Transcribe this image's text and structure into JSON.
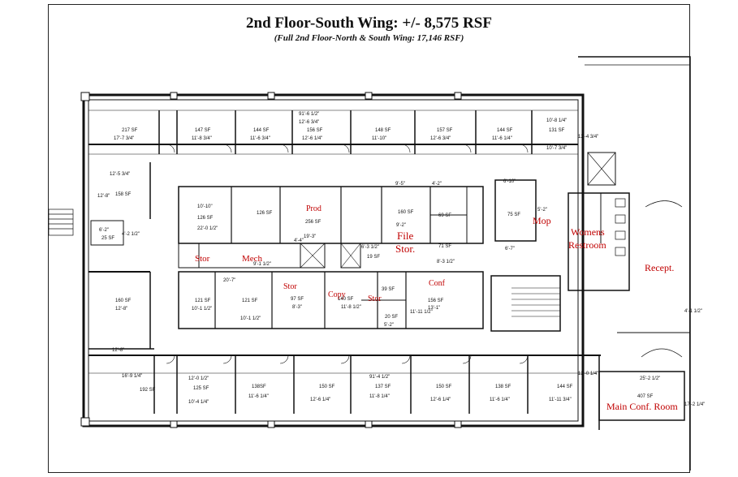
{
  "title": "2nd Floor-South Wing: +/- 8,575 RSF",
  "subtitle": "(Full 2nd Floor-North & South Wing: 17,146 RSF)",
  "red_labels": [
    {
      "id": "prod",
      "text": "Prod"
    },
    {
      "id": "stor1",
      "text": "Stor"
    },
    {
      "id": "mech",
      "text": "Mech"
    },
    {
      "id": "file",
      "text": "File"
    },
    {
      "id": "file2",
      "text": "Stor."
    },
    {
      "id": "mop",
      "text": "Mop"
    },
    {
      "id": "womens",
      "text": "Womens"
    },
    {
      "id": "restroom",
      "text": "Restroom"
    },
    {
      "id": "recept",
      "text": "Recept."
    },
    {
      "id": "stor2",
      "text": "Stor"
    },
    {
      "id": "copy",
      "text": "Copy"
    },
    {
      "id": "stor3",
      "text": "Stor"
    },
    {
      "id": "conf",
      "text": "Conf"
    },
    {
      "id": "mainconf",
      "text": "Main Conf. Room"
    }
  ],
  "room_labels": [
    {
      "id": "r217",
      "text": "217 SF"
    },
    {
      "id": "d217",
      "text": "17'-7 3/4\""
    },
    {
      "id": "r147",
      "text": "147 SF"
    },
    {
      "id": "d147",
      "text": "11'-8 3/4\""
    },
    {
      "id": "r144a",
      "text": "144 SF"
    },
    {
      "id": "d144a",
      "text": "11'-6 3/4\""
    },
    {
      "id": "top91",
      "text": "91'-6 1/2\""
    },
    {
      "id": "top12",
      "text": "12'-6 3/4\""
    },
    {
      "id": "r156",
      "text": "156 SF"
    },
    {
      "id": "d156",
      "text": "12'-6 1/4\""
    },
    {
      "id": "r148",
      "text": "148 SF"
    },
    {
      "id": "d148",
      "text": "11'-10\""
    },
    {
      "id": "r157",
      "text": "157 SF"
    },
    {
      "id": "d157",
      "text": "12'-6 3/4\""
    },
    {
      "id": "r144b",
      "text": "144 SF"
    },
    {
      "id": "d144b",
      "text": "11'-6 1/4\""
    },
    {
      "id": "d108",
      "text": "10'-8 1/4\""
    },
    {
      "id": "r131",
      "text": "131 SF"
    },
    {
      "id": "d107",
      "text": "10'-7 3/4\""
    },
    {
      "id": "v124",
      "text": "12'-4 3/4\""
    },
    {
      "id": "d125",
      "text": "12'-5 3/4\""
    },
    {
      "id": "r158",
      "text": "158 SF"
    },
    {
      "id": "v128",
      "text": "12'-8\""
    },
    {
      "id": "d62",
      "text": "6'-2\""
    },
    {
      "id": "r25",
      "text": "25 SF"
    },
    {
      "id": "v42",
      "text": "4'-2 1/2\""
    },
    {
      "id": "d1010",
      "text": "10'-10\""
    },
    {
      "id": "r126a",
      "text": "126 SF"
    },
    {
      "id": "d22",
      "text": "22'-0 1/2\""
    },
    {
      "id": "r126b",
      "text": "126 SF"
    },
    {
      "id": "r256",
      "text": "256 SF"
    },
    {
      "id": "d193",
      "text": "19'-3\""
    },
    {
      "id": "d44",
      "text": "4'-4\""
    },
    {
      "id": "d95",
      "text": "9'-5\""
    },
    {
      "id": "d42",
      "text": "4'-2\""
    },
    {
      "id": "r160a",
      "text": "160 SF"
    },
    {
      "id": "d92",
      "text": "9'-2\""
    },
    {
      "id": "r69",
      "text": "69 SF"
    },
    {
      "id": "r71",
      "text": "71 SF"
    },
    {
      "id": "d83",
      "text": "8'-3 1/2\""
    },
    {
      "id": "d610",
      "text": "6'-10\""
    },
    {
      "id": "r75",
      "text": "75 SF"
    },
    {
      "id": "d52",
      "text": "5'-2\""
    },
    {
      "id": "d67",
      "text": "6'-7\""
    },
    {
      "id": "d207",
      "text": "20'-7\""
    },
    {
      "id": "d91",
      "text": "9'-1 1/2\""
    },
    {
      "id": "r19",
      "text": "19 SF"
    },
    {
      "id": "d63",
      "text": "6'-3 1/2\""
    },
    {
      "id": "r160b",
      "text": "160 SF"
    },
    {
      "id": "d128b",
      "text": "12'-8\""
    },
    {
      "id": "r121a",
      "text": "121 SF"
    },
    {
      "id": "d101",
      "text": "10'-1 1/2\""
    },
    {
      "id": "r121b",
      "text": "121 SF"
    },
    {
      "id": "d101b",
      "text": "10'-1 1/2\""
    },
    {
      "id": "r97",
      "text": "97 SF"
    },
    {
      "id": "d83b",
      "text": "8'-3\""
    },
    {
      "id": "r140",
      "text": "140 SF"
    },
    {
      "id": "d118",
      "text": "11'-8 1/2\""
    },
    {
      "id": "r39",
      "text": "39 SF"
    },
    {
      "id": "r20",
      "text": "20 SF"
    },
    {
      "id": "d52b",
      "text": "5'-2\""
    },
    {
      "id": "r156b",
      "text": "156 SF"
    },
    {
      "id": "d131",
      "text": "13'-1\""
    },
    {
      "id": "d1111",
      "text": "11'-11 1/2\""
    },
    {
      "id": "d128c",
      "text": "12'-8\""
    },
    {
      "id": "r192",
      "text": "192 SF"
    },
    {
      "id": "v169",
      "text": "16'-9 1/4\""
    },
    {
      "id": "d125b",
      "text": "12'-0 1/2\""
    },
    {
      "id": "r125",
      "text": "125 SF"
    },
    {
      "id": "d104",
      "text": "10'-4 1/4\""
    },
    {
      "id": "r138a",
      "text": "138SF"
    },
    {
      "id": "d116a",
      "text": "11'-6 1/4\""
    },
    {
      "id": "r150a",
      "text": "150 SF"
    },
    {
      "id": "d126a",
      "text": "12'-6 1/4\""
    },
    {
      "id": "bot91",
      "text": "91'-4 1/2\""
    },
    {
      "id": "r137",
      "text": "137 SF"
    },
    {
      "id": "d118b",
      "text": "11'-8 1/4\""
    },
    {
      "id": "r150b",
      "text": "150 SF"
    },
    {
      "id": "d126b",
      "text": "12'-6 1/4\""
    },
    {
      "id": "r138b",
      "text": "138 SF"
    },
    {
      "id": "d116b",
      "text": "11'-6 1/4\""
    },
    {
      "id": "r144c",
      "text": "144 SF"
    },
    {
      "id": "d1111b",
      "text": "11'-11 3/4\""
    },
    {
      "id": "v120",
      "text": "12'-0 1/4\""
    },
    {
      "id": "d252",
      "text": "25'-2 1/2\""
    },
    {
      "id": "r407",
      "text": "407 SF"
    },
    {
      "id": "v172",
      "text": "17'-2 1/4\""
    },
    {
      "id": "v41",
      "text": "4'-1 1/2\""
    }
  ]
}
